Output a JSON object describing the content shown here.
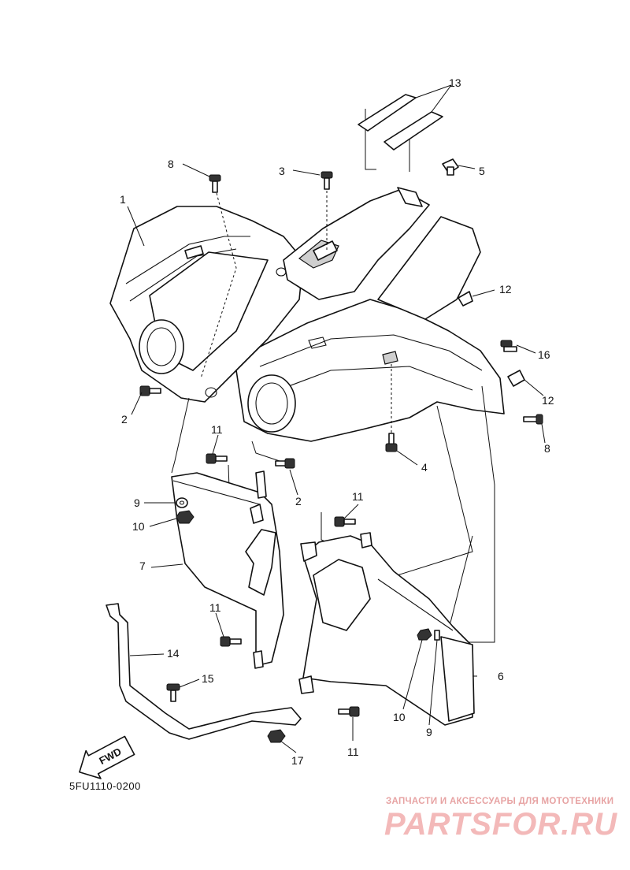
{
  "diagram": {
    "catalog_code": "5FU1110-0200",
    "fwd_label": "FWD",
    "callouts": [
      {
        "id": "c1",
        "label": "1"
      },
      {
        "id": "c2a",
        "label": "2"
      },
      {
        "id": "c2b",
        "label": "2"
      },
      {
        "id": "c3",
        "label": "3"
      },
      {
        "id": "c4",
        "label": "4"
      },
      {
        "id": "c5",
        "label": "5"
      },
      {
        "id": "c6",
        "label": "6"
      },
      {
        "id": "c7",
        "label": "7"
      },
      {
        "id": "c8a",
        "label": "8"
      },
      {
        "id": "c8b",
        "label": "8"
      },
      {
        "id": "c9a",
        "label": "9"
      },
      {
        "id": "c9b",
        "label": "9"
      },
      {
        "id": "c10a",
        "label": "10"
      },
      {
        "id": "c10b",
        "label": "10"
      },
      {
        "id": "c11a",
        "label": "11"
      },
      {
        "id": "c11b",
        "label": "11"
      },
      {
        "id": "c11c",
        "label": "11"
      },
      {
        "id": "c11d",
        "label": "11"
      },
      {
        "id": "c12a",
        "label": "12"
      },
      {
        "id": "c12b",
        "label": "12"
      },
      {
        "id": "c13",
        "label": "13"
      },
      {
        "id": "c14",
        "label": "14"
      },
      {
        "id": "c15",
        "label": "15"
      },
      {
        "id": "c16",
        "label": "16"
      },
      {
        "id": "c17",
        "label": "17"
      }
    ]
  },
  "watermark": {
    "tagline": "ЗАПЧАСТИ И АКСЕССУАРЫ ДЛЯ МОТОТЕХНИКИ",
    "logo": "PARTSFOR.RU",
    "color": "#f3b9b9"
  }
}
